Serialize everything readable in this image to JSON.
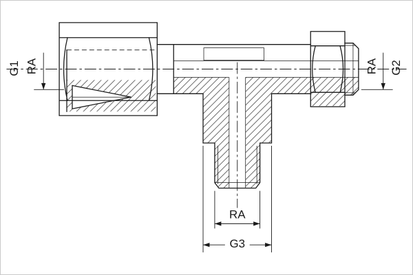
{
  "labels": {
    "left": {
      "g1": "G1",
      "ra": "RA"
    },
    "right": {
      "ra": "RA",
      "g2": "G2"
    },
    "bottom": {
      "ra": "RA",
      "g3": "G3"
    }
  },
  "colors": {
    "line": "#1a1a1a",
    "background": "#ffffff",
    "border": "#c9c9c9"
  }
}
